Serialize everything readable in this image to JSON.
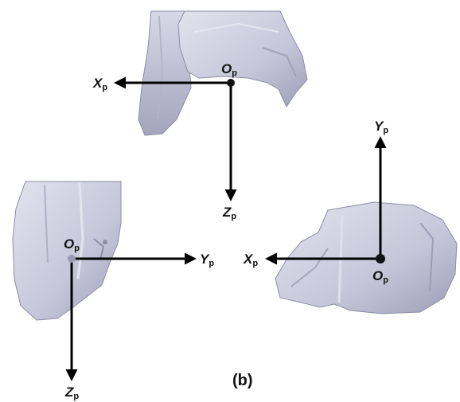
{
  "views": {
    "top": {
      "x_axis": {
        "main": "X",
        "sub": "p"
      },
      "z_axis": {
        "main": "Z",
        "sub": "p"
      },
      "origin": {
        "main": "O",
        "sub": "p"
      }
    },
    "left": {
      "y_axis": {
        "main": "Y",
        "sub": "p"
      },
      "z_axis": {
        "main": "Z",
        "sub": "p"
      },
      "origin": {
        "main": "O",
        "sub": "p"
      }
    },
    "right": {
      "y_axis": {
        "main": "Y",
        "sub": "p"
      },
      "x_axis": {
        "main": "X",
        "sub": "p"
      },
      "origin": {
        "main": "O",
        "sub": "p"
      }
    }
  },
  "caption": "(b)",
  "colors": {
    "bone": "#c9c9dc",
    "bone_shade": "#a8a8c0",
    "axis": "#000000"
  }
}
